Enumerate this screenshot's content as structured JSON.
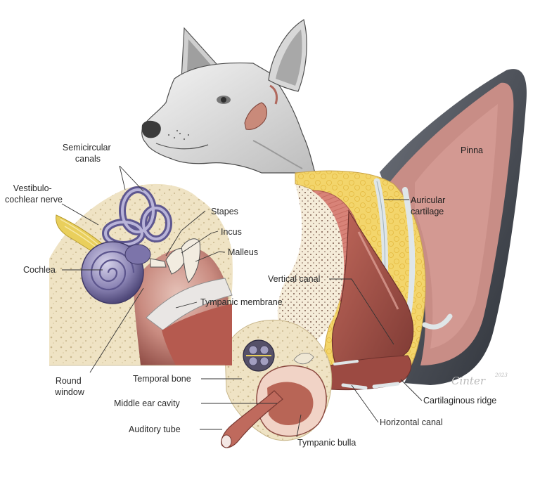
{
  "labels": {
    "semicircular_canals": [
      "Semicircular",
      "canals"
    ],
    "vestibulocochlear_nerve": [
      "Vestibulo-",
      "cochlear nerve"
    ],
    "stapes": "Stapes",
    "incus": "Incus",
    "malleus": "Malleus",
    "cochlea": "Cochlea",
    "tympanic_membrane": "Tympanic membrane",
    "round_window": [
      "Round",
      "window"
    ],
    "temporal_bone": "Temporal bone",
    "middle_ear_cavity": "Middle ear cavity",
    "auditory_tube": "Auditory tube",
    "tympanic_bulla": "Tympanic bulla",
    "horizontal_canal": "Horizontal canal",
    "cartilaginous_ridge": "Cartilaginous ridge",
    "vertical_canal": "Vertical canal",
    "auricular_cartilage": [
      "Auricular",
      "cartilage"
    ],
    "pinna": "Pinna"
  },
  "signature": {
    "name": "Cinter",
    "year": "2023"
  },
  "colors": {
    "bone": "#efe4c8",
    "soft_tissue": "#b9574b",
    "cartilage": "#dfe6e8",
    "fat": "#f1d56e",
    "cochlea": "#8c84b4",
    "nerve": "#e9cf5c",
    "fur": "#4a4f57"
  }
}
